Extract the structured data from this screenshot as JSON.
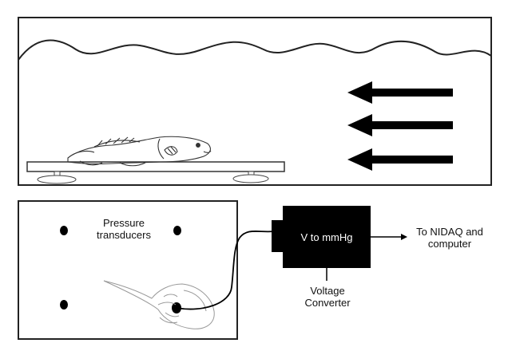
{
  "labels": {
    "pressure_line1": "Pressure",
    "pressure_line2": "transducers",
    "converter_box": "V to mmHg",
    "converter_line1": "Voltage",
    "converter_line2": "Converter",
    "output_line1": "To NIDAQ and",
    "output_line2": "computer"
  },
  "flow_arrows": {
    "count": 3,
    "direction": "left"
  },
  "transducer_dots": {
    "count": 4
  },
  "colors": {
    "outline": "#222222",
    "box_fill": "#000000",
    "box_text": "#ffffff",
    "background": "#ffffff",
    "fish_outline": "#333333",
    "fish_top_outline": "#999999"
  }
}
